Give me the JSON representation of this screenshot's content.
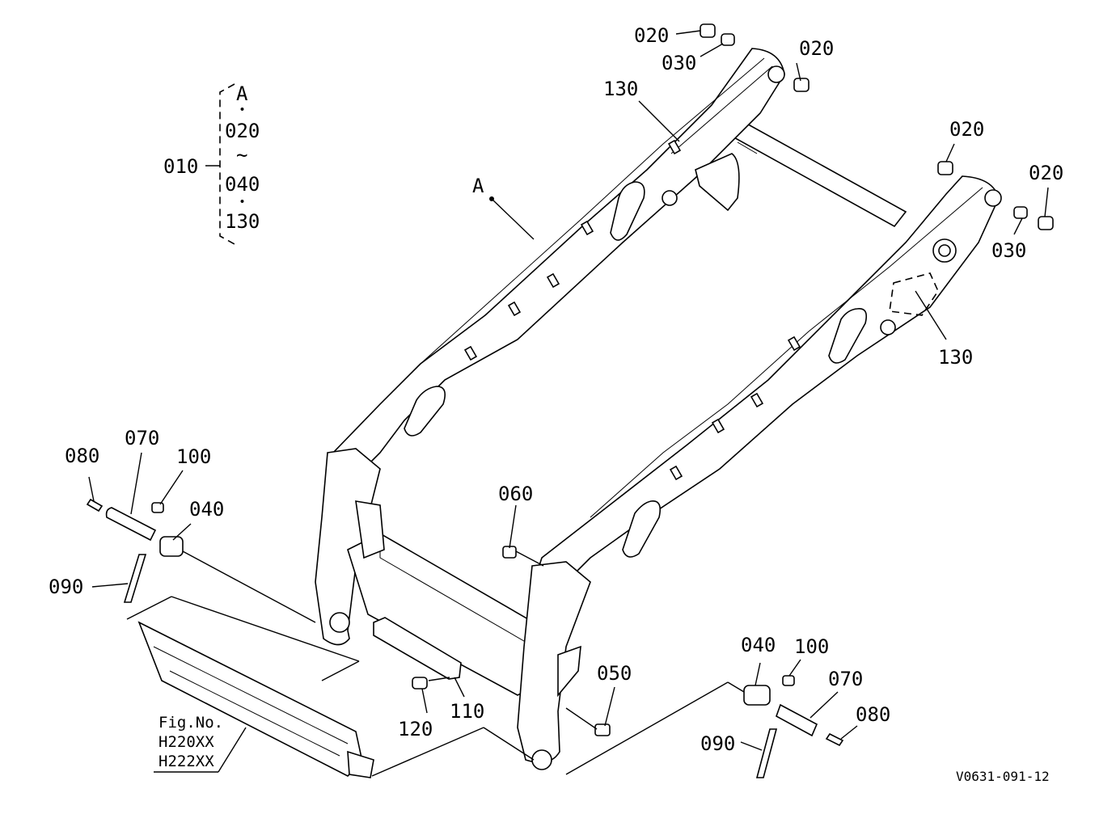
{
  "callouts": {
    "c020_top_a": "020",
    "c030_top": "030",
    "c020_top_b": "020",
    "c130_top": "130",
    "c020_right_a": "020",
    "c020_right_b": "020",
    "c030_right": "030",
    "c130_right": "130",
    "c_a_ref": "A",
    "c080_left": "080",
    "c070_left": "070",
    "c100_left": "100",
    "c040_left": "040",
    "c090_left": "090",
    "c060": "060",
    "c050": "050",
    "c120": "120",
    "c110": "110",
    "c040_right": "040",
    "c100_right": "100",
    "c070_right": "070",
    "c080_right": "080",
    "c090_right": "090"
  },
  "assembly_group": {
    "number": "010",
    "ref_letter": "A",
    "dot1": "・",
    "from": "020",
    "range_symbol": "~",
    "to": "040",
    "dot2": "・",
    "extra": "130"
  },
  "figure_note": {
    "line1": "Fig.No.",
    "line2": "H220XX",
    "line3": "H222XX"
  },
  "drawing_code": "V0631-091-12"
}
